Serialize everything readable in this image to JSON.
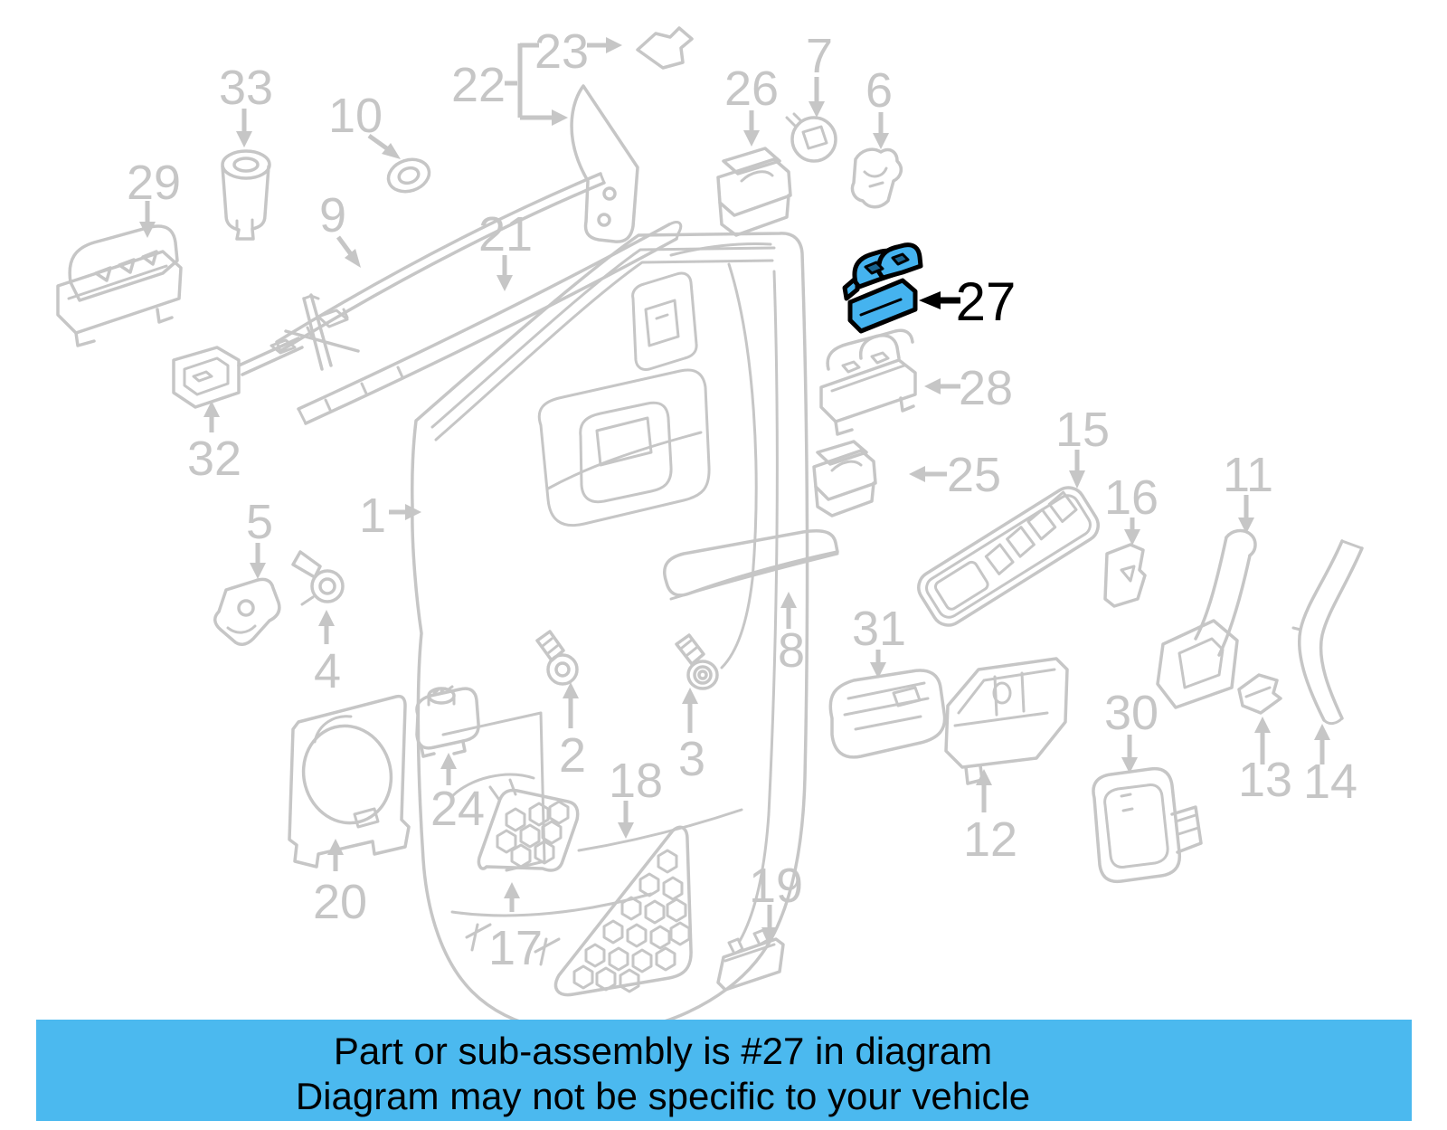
{
  "banner": {
    "background_color": "#4bb9ef",
    "text_color": "#000000",
    "line1": "Part or sub-assembly is #27 in diagram",
    "line2": "Diagram may not be specific to your vehicle"
  },
  "highlight": {
    "part_label": "27",
    "fill_color": "#45b3ef",
    "inset_color": "#19638f",
    "outline_color": "#000000"
  },
  "diagram": {
    "line_color": "#c6c6c6",
    "labels": {
      "p1": "1",
      "p2": "2",
      "p3": "3",
      "p4": "4",
      "p5": "5",
      "p6": "6",
      "p7": "7",
      "p8": "8",
      "p9": "9",
      "p10": "10",
      "p11": "11",
      "p12": "12",
      "p13": "13",
      "p14": "14",
      "p15": "15",
      "p16": "16",
      "p17": "17",
      "p18": "18",
      "p19": "19",
      "p20": "20",
      "p21": "21",
      "p22": "22",
      "p23": "23",
      "p24": "24",
      "p25": "25",
      "p26": "26",
      "p27": "27",
      "p28": "28",
      "p29": "29",
      "p30": "30",
      "p31": "31",
      "p32": "32",
      "p33": "33"
    }
  }
}
